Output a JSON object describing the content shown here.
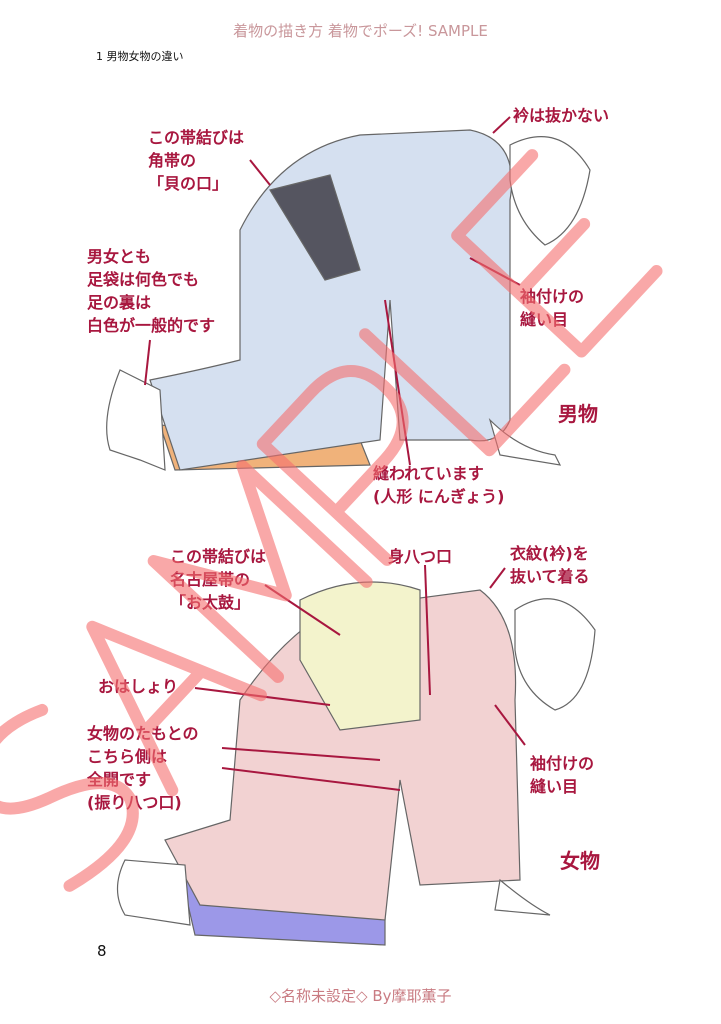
{
  "header": {
    "title": "着物の描き方 着物でポーズ! SAMPLE"
  },
  "section_title": "1 男物女物の違い",
  "male": {
    "heading": "男物",
    "labels": {
      "obi": "この帯結びは\n角帯の\n「貝の口」",
      "collar": "衿は抜かない",
      "tabi": "男女とも\n足袋は何色でも\n足の裏は\n白色が一般的です",
      "sleeve": "袖付けの\n縫い目",
      "sewn": "縫われています\n(人形 にんぎょう)"
    },
    "colors": {
      "kimono": "#d5e0f0",
      "obi": "#555560",
      "cushion": "#f0b27a"
    }
  },
  "female": {
    "heading": "女物",
    "labels": {
      "obi": "この帯結びは\n名古屋帯の\n「お太鼓」",
      "miyatsuguchi": "身八つ口",
      "collar": "衣紋(衿)を\n抜いて着る",
      "ohashori": "おはしょり",
      "sleeve_open": "女物のたもとの\nこちら側は\n全開です\n(振り八つ口)",
      "sleeve": "袖付けの\n縫い目"
    },
    "colors": {
      "kimono": "#f2d2d2",
      "obi": "#f3f3cc",
      "cushion": "#9c98e8"
    }
  },
  "watermark": "SAMPLE",
  "page_number": "8",
  "footer": "◇名称未設定◇ By摩耶薫子",
  "accent": "#a8173f"
}
